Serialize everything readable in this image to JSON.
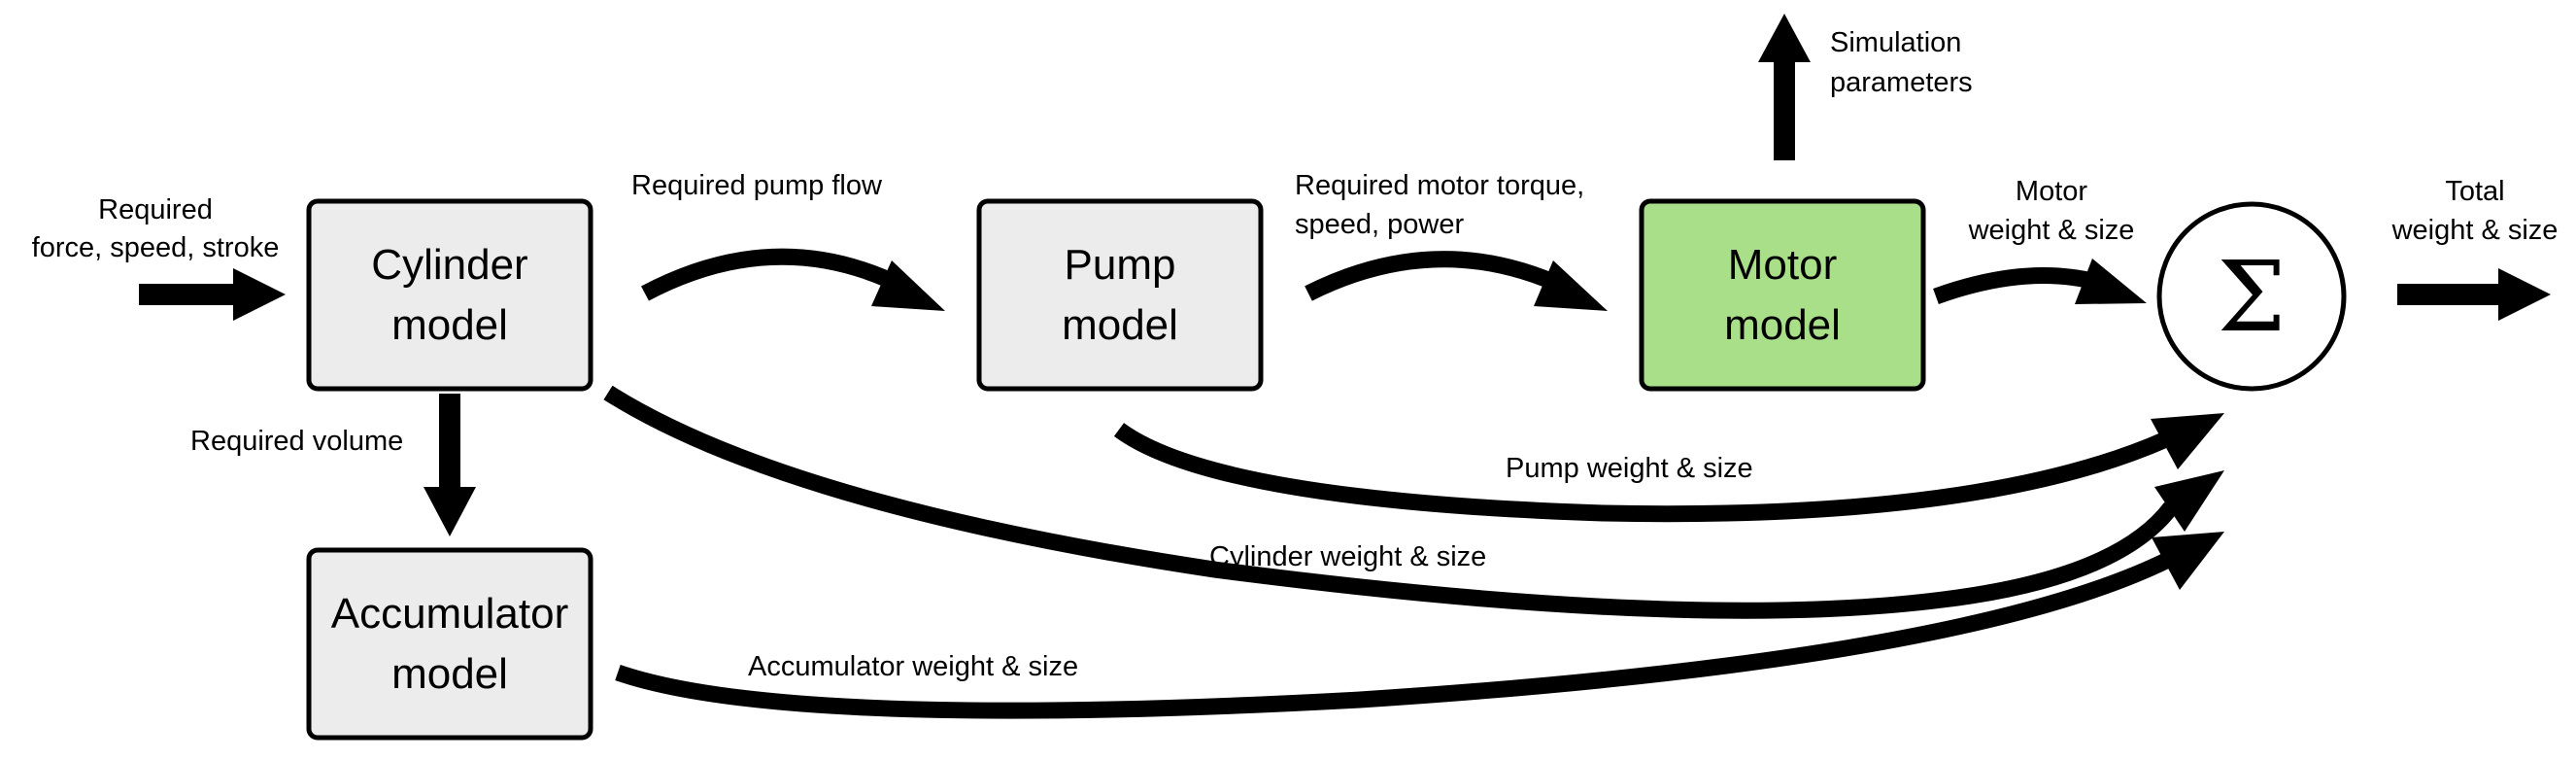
{
  "colors": {
    "block_fill": "#ececec",
    "motor_fill": "#a9df88",
    "stroke": "#000000",
    "background": "#ffffff"
  },
  "blocks": {
    "cylinder": {
      "line1": "Cylinder",
      "line2": "model"
    },
    "pump": {
      "line1": "Pump",
      "line2": "model"
    },
    "motor": {
      "line1": "Motor",
      "line2": "model"
    },
    "accumulator": {
      "line1": "Accumulator",
      "line2": "model"
    }
  },
  "summer": {
    "symbol": "Σ"
  },
  "labels": {
    "input": {
      "line1": "Required",
      "line2": "force, speed, stroke"
    },
    "required_pump_flow": "Required pump flow",
    "required_motor": {
      "line1": "Required motor torque,",
      "line2": "speed, power"
    },
    "simulation_parameters": {
      "line1": "Simulation",
      "line2": "parameters"
    },
    "motor_weight": {
      "line1": "Motor",
      "line2": "weight & size"
    },
    "total_weight": {
      "line1": "Total",
      "line2": "weight & size"
    },
    "required_volume": "Required volume",
    "pump_weight": "Pump weight & size",
    "cylinder_weight": "Cylinder weight & size",
    "accumulator_weight": "Accumulator weight & size"
  }
}
